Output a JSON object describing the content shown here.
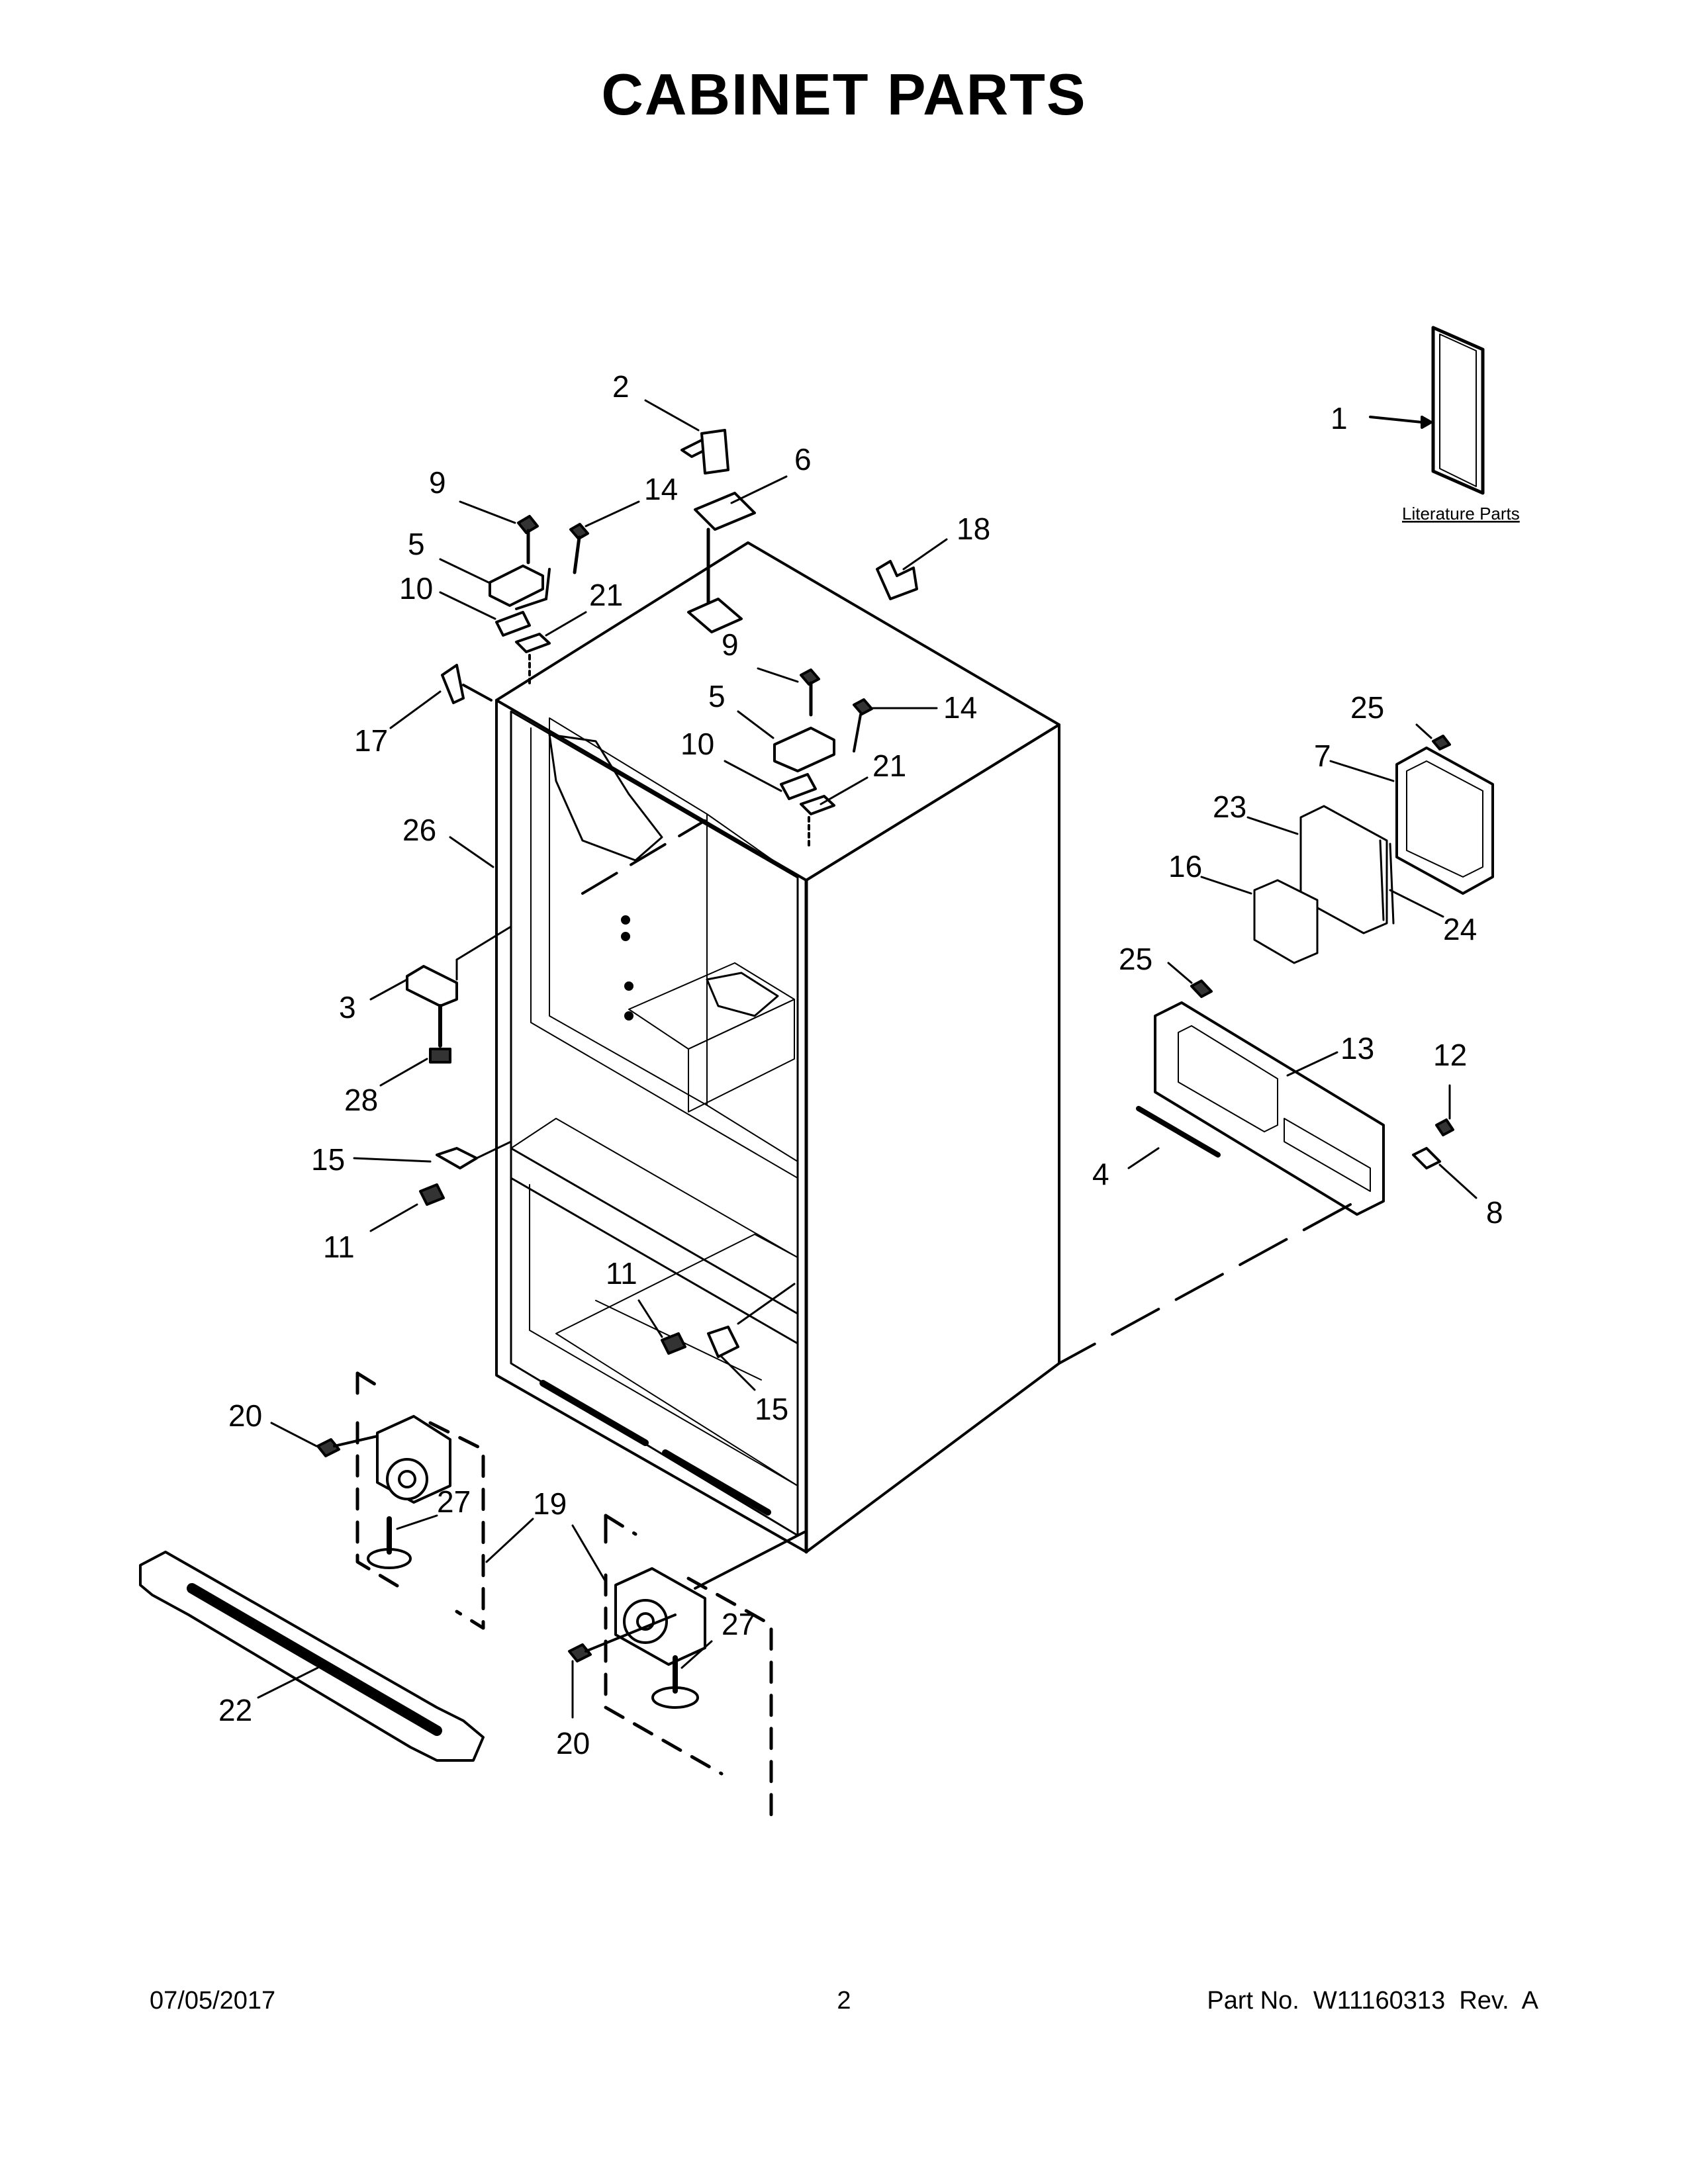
{
  "title": "CABINET PARTS",
  "literature_label": "Literature Parts",
  "callouts": [
    "1",
    "2",
    "3",
    "4",
    "5",
    "5",
    "6",
    "7",
    "8",
    "9",
    "9",
    "10",
    "10",
    "11",
    "11",
    "12",
    "13",
    "14",
    "14",
    "15",
    "15",
    "16",
    "17",
    "18",
    "19",
    "20",
    "20",
    "21",
    "21",
    "22",
    "23",
    "24",
    "25",
    "25",
    "26",
    "27",
    "27",
    "28"
  ],
  "footer": {
    "date": "07/05/2017",
    "page": "2",
    "part": "Part No.  W11160313  Rev.  A"
  }
}
